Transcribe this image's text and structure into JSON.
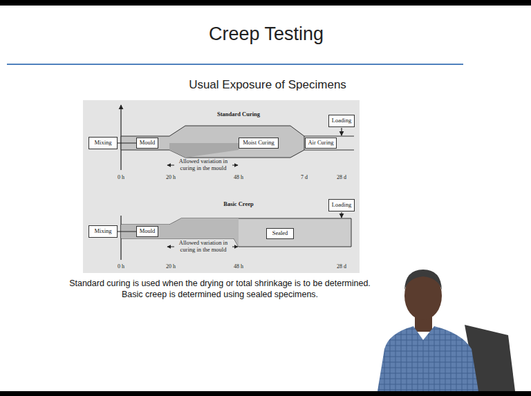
{
  "diagram": {
    "title": "Creep Testing",
    "nodes": [
      {
        "text": [
          "Mixing"
        ]
      },
      {
        "text": [
          "Mould"
        ]
      },
      {
        "text": [
          "Moist Curing"
        ]
      },
      {
        "text": [
          "Air Curing"
        ]
      },
      {
        "text": [
          "Loading"
        ]
      },
      {
        "text": [
          "Mixing"
        ]
      },
      {
        "text": [
          "Mould"
        ]
      },
      {
        "text": [
          "Sealed"
        ]
      },
      {
        "text": [
          "Loading"
        ]
      }
    ],
    "edges": [
      {
        "from": 0,
        "to": 1,
        "arrow": "none"
      },
      {
        "from": 5,
        "to": 6,
        "arrow": "none"
      }
    ],
    "labels": [
      "Usual Exposure of Specimens",
      "Standard Curing",
      "Allowed variation in curing in the mould",
      "0 h",
      "20 h",
      "48 h",
      "7 d",
      "28 d",
      "Basic Creep",
      "Allowed variation in curing in the mould",
      "0 h",
      "20 h",
      "48 h",
      "28 d",
      "Standard curing is used when the drying or total shrinkage is to be determined.",
      "Basic creep is determined using sealed specimens."
    ]
  }
}
